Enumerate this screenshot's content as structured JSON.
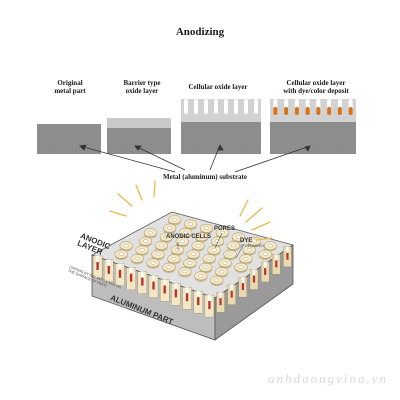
{
  "title": "Anodizing",
  "stages": [
    {
      "line1": "Original",
      "line2": "metal part"
    },
    {
      "line1": "Barrier type",
      "line2": "oxide layer"
    },
    {
      "line1": "Cellular oxide layer",
      "line2": ""
    },
    {
      "line1": "Cellular oxide layer",
      "line2": "with dye/color deposit"
    }
  ],
  "substrate_label": "Metal (aluminum) substrate",
  "labels3d": {
    "anodic_layer": "ANODIC LAYER",
    "anodic_sub": "(GROWS BY 50% INTO & 50% ON THE SURFACE OF PART)",
    "aluminum_part": "ALUMINUM PART",
    "anodic_cells": "ANODIC CELLS",
    "pores": "PORES",
    "dye": "DYE",
    "dye_sub": "(IF REQUIRED)"
  },
  "watermark": "anhduongvina.vn",
  "colors": {
    "metal_gray": "#8c8c8c",
    "barrier_light": "#c9c9c9",
    "dye_orange": "#d9731a",
    "cell_cream": "#f3e7c4",
    "spark_yellow": "#e8b84a",
    "pore_red": "#b8342a"
  }
}
